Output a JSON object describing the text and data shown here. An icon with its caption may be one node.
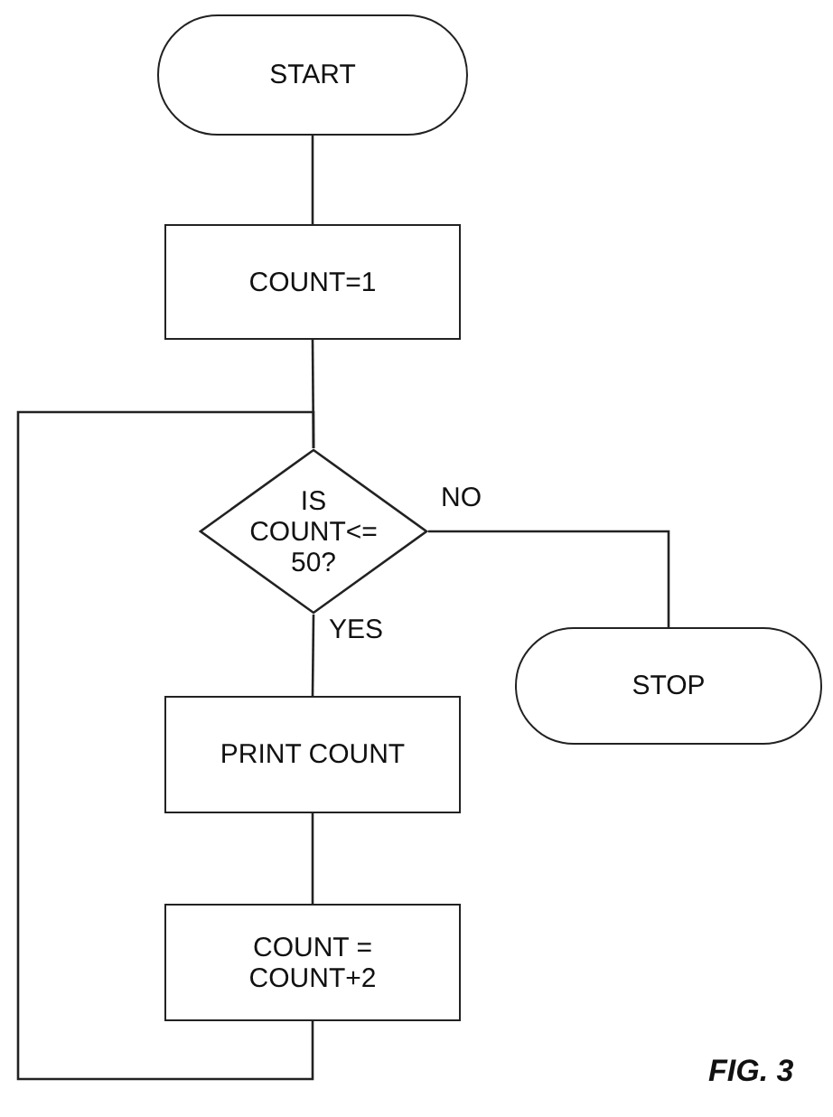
{
  "diagram": {
    "nodes": [
      {
        "text": [
          "START"
        ]
      },
      {
        "text": [
          "COUNT=1"
        ]
      },
      {
        "text": [
          "IS COUNT<= 50?"
        ]
      },
      {
        "text": [
          "STOP"
        ]
      },
      {
        "text": [
          "PRINT COUNT"
        ]
      },
      {
        "text": [
          "COUNT = COUNT+2"
        ]
      }
    ],
    "edges": [
      {
        "from": 0,
        "to": 1,
        "arrow": "none"
      },
      {
        "from": 1,
        "to": 2,
        "arrow": "none"
      },
      {
        "from": 2,
        "to": 3,
        "arrow": "none",
        "label": "NO"
      },
      {
        "from": 2,
        "to": 4,
        "arrow": "none",
        "label": "YES"
      },
      {
        "from": 4,
        "to": 5,
        "arrow": "none"
      },
      {
        "from": 5,
        "to": 2,
        "arrow": "none"
      }
    ],
    "labels": [
      "FIG. 3"
    ]
  }
}
